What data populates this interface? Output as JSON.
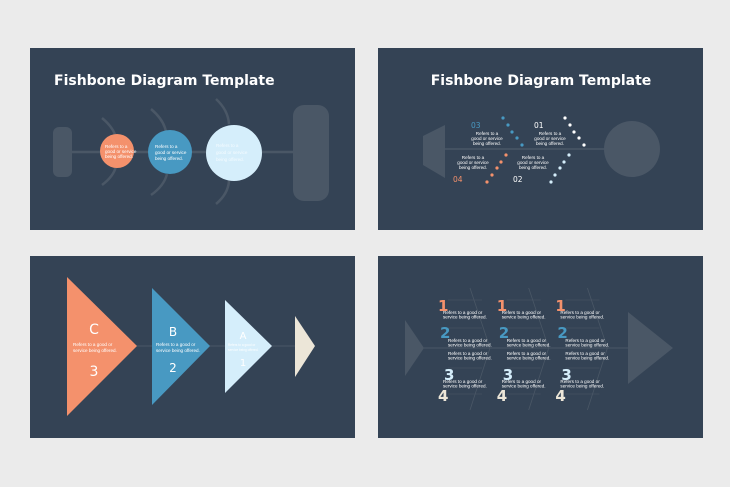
{
  "colors": {
    "background": "#ebebeb",
    "slide": "#344355",
    "orange": "#f4916c",
    "blue": "#4899c2",
    "light": "#d5eefb",
    "cream": "#ece6d8",
    "muted": "#4a5766"
  },
  "body_text": [
    "Refers to a",
    "good or service",
    "being offered."
  ],
  "body_text_2": [
    "Refers to a good or",
    "service being offered."
  ],
  "slide1": {
    "title": "Fishbone Diagram Template"
  },
  "slide2": {
    "title": "Fishbone Diagram Template",
    "labels": [
      "03",
      "01",
      "04",
      "02"
    ]
  },
  "slide3": {
    "letters": [
      "C",
      "B",
      "A"
    ],
    "numbers": [
      "3",
      "2",
      "1"
    ]
  },
  "slide4": {
    "numbers": [
      "1",
      "2",
      "3",
      "4"
    ]
  }
}
